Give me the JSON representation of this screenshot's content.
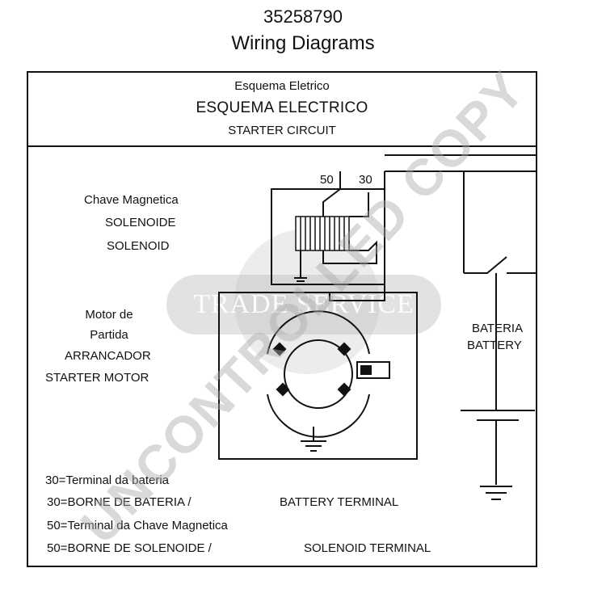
{
  "document": {
    "number": "35258790",
    "title": "Wiring Diagrams"
  },
  "header": {
    "line1": "Esquema Eletrico",
    "line2": "ESQUEMA ELECTRICO",
    "line3": "STARTER CIRCUIT"
  },
  "terminals": {
    "t50": "50",
    "t30": "30"
  },
  "labels": {
    "solenoid_pt": "Chave Magnetica",
    "solenoid_es": "SOLENOIDE",
    "solenoid_en": "SOLENOID",
    "motor_pt1": "Motor de",
    "motor_pt2": "Partida",
    "motor_es": "ARRANCADOR",
    "motor_en": "STARTER MOTOR",
    "battery_es": "BATERIA",
    "battery_en": "BATTERY"
  },
  "legend": {
    "line1": "30=Terminal da bateria",
    "line2": "30=BORNE DE BATERIA /",
    "line3": "50=Terminal da Chave Magnetica",
    "line4": "50=BORNE DE SOLENOIDE /",
    "battery_terminal": "BATTERY TERMINAL",
    "solenoid_terminal": "SOLENOID TERMINAL"
  },
  "watermarks": {
    "uncontrolled": "UNCONTROLLED COPY",
    "trade": "TRADE SERVICE"
  },
  "colors": {
    "ink": "#111111",
    "watermark": "#aaaaaa"
  }
}
